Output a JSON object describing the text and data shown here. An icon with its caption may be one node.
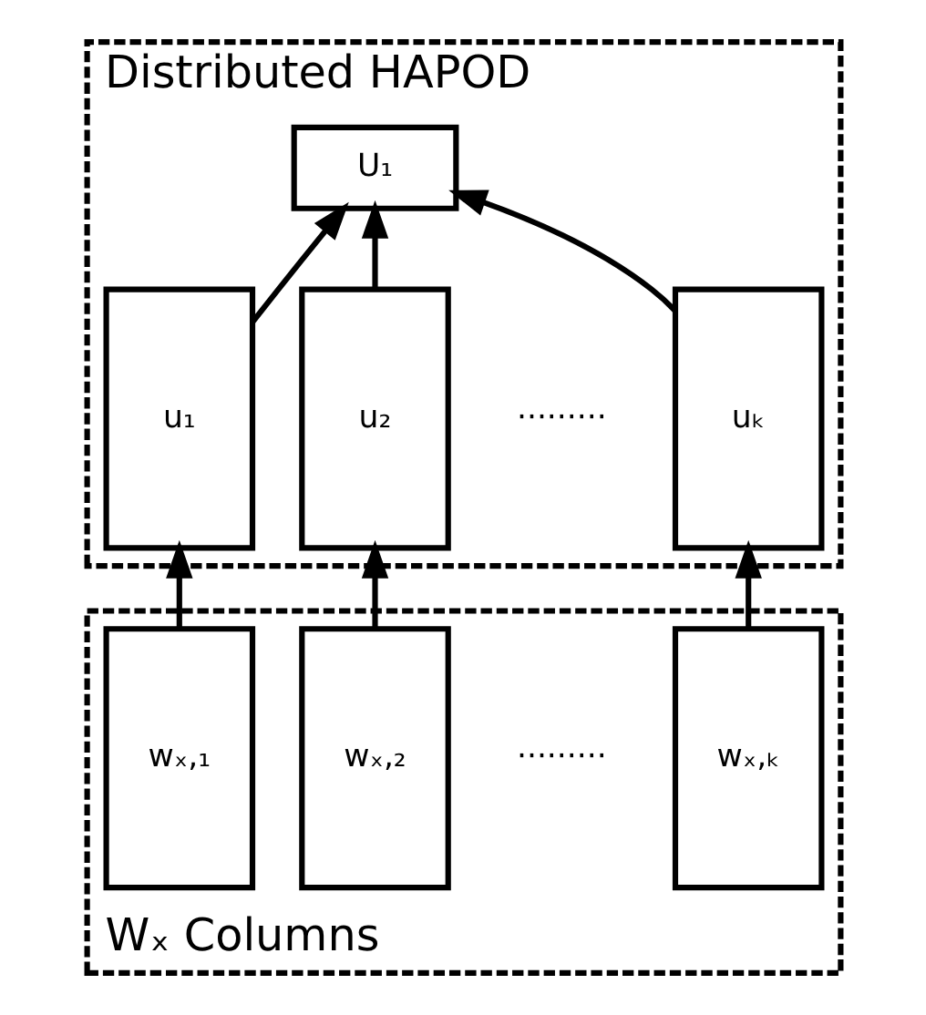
{
  "diagram": {
    "nodes": [
      {
        "text": [
          "Distributed HAPOD"
        ]
      },
      {
        "text": [
          "U₁"
        ],
        "in": 0
      },
      {
        "text": [
          "u₁"
        ],
        "in": 0
      },
      {
        "text": [
          "u₂"
        ],
        "in": 0
      },
      {
        "text": [
          "uₖ"
        ],
        "in": 0
      },
      {
        "text": [
          "Wₓ Columns"
        ]
      },
      {
        "text": [
          "wₓ,₁"
        ],
        "in": 5
      },
      {
        "text": [
          "wₓ,₂"
        ],
        "in": 5
      },
      {
        "text": [
          "wₓ,ₖ"
        ],
        "in": 5
      }
    ],
    "edges": [
      {
        "from": 2,
        "to": 1,
        "arrow": "to"
      },
      {
        "from": 3,
        "to": 1,
        "arrow": "to"
      },
      {
        "from": 4,
        "to": 1,
        "arrow": "to"
      },
      {
        "from": 6,
        "to": 2,
        "arrow": "to"
      },
      {
        "from": 7,
        "to": 3,
        "arrow": "to"
      },
      {
        "from": 8,
        "to": 4,
        "arrow": "to"
      }
    ],
    "labels": [
      "·········",
      "·········"
    ]
  }
}
